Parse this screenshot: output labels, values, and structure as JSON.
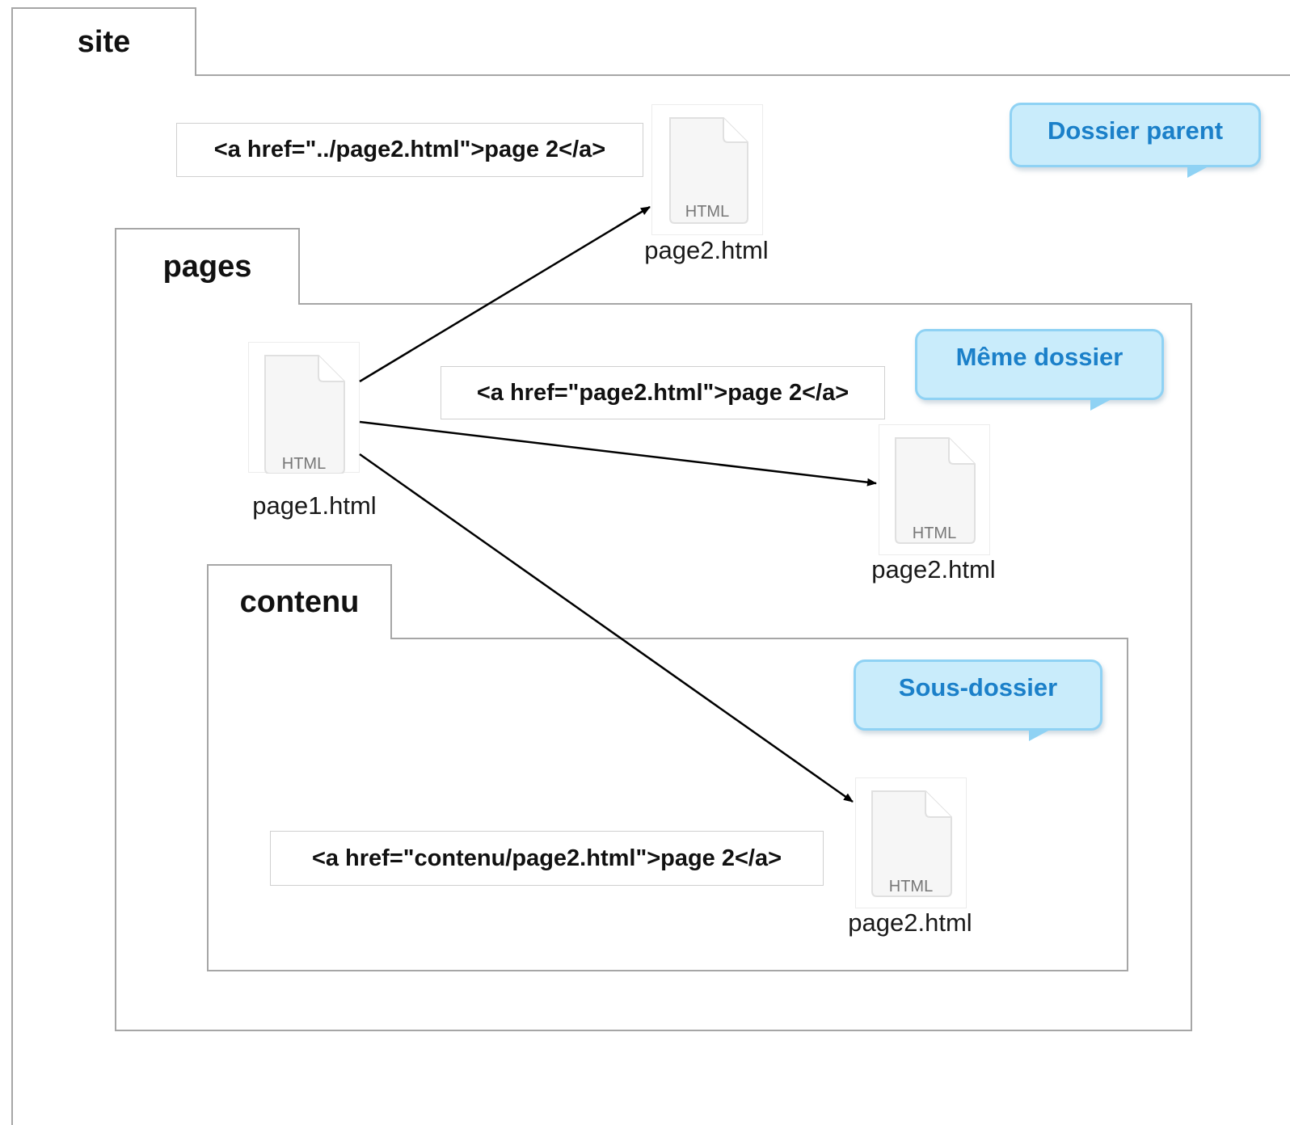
{
  "folders": {
    "site": "site",
    "pages": "pages",
    "contenu": "contenu"
  },
  "links": {
    "parent": "<a href=\"../page2.html\">page 2</a>",
    "same": "<a href=\"page2.html\">page 2</a>",
    "sub": "<a href=\"contenu/page2.html\">page 2</a>"
  },
  "files": {
    "icon_label": "HTML",
    "page1": "page1.html",
    "page2_parent": "page2.html",
    "page2_same": "page2.html",
    "page2_sub": "page2.html"
  },
  "callouts": {
    "parent": "Dossier parent",
    "same": "Même dossier",
    "sub": "Sous-dossier"
  },
  "colors": {
    "callout_fill": "#c9ecfb",
    "callout_border": "#8fd2f4",
    "callout_text": "#1b80c9",
    "folder_border": "#a6a6a6"
  }
}
